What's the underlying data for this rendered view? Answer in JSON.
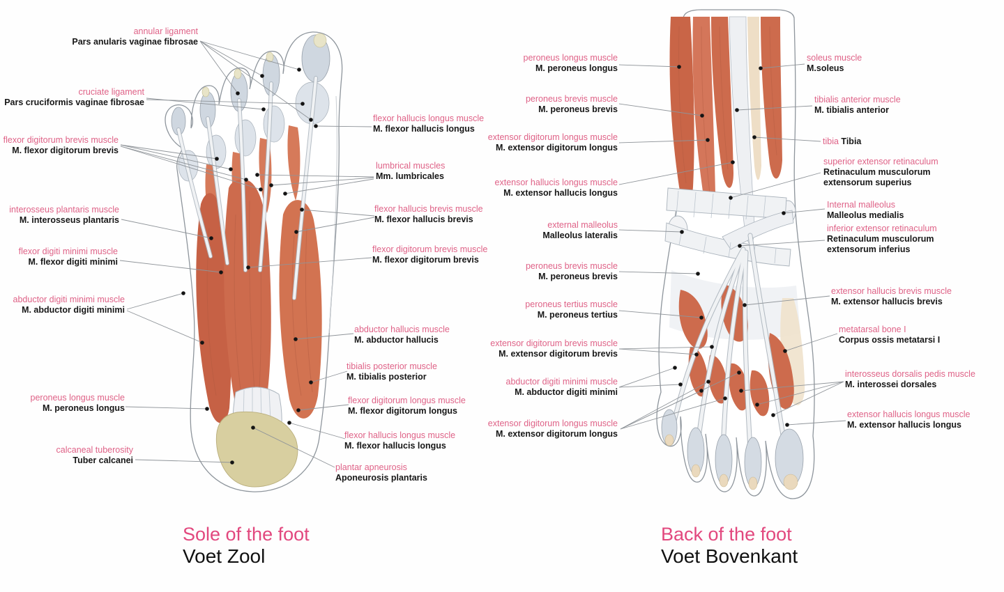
{
  "sole": {
    "title_en": "Sole of the foot",
    "title_nl": "Voet Zool",
    "labels_left": [
      {
        "en": "annular ligament",
        "la": "Pars anularis vaginae fibrosae"
      },
      {
        "en": "cruciate ligament",
        "la": "Pars cruciformis vaginae fibrosae"
      },
      {
        "en": "flexor digitorum brevis muscle",
        "la": "M. flexor digitorum brevis"
      },
      {
        "en": "interosseus plantaris muscle",
        "la": "M. interosseus plantaris"
      },
      {
        "en": "flexor digiti minimi muscle",
        "la": "M. flexor digiti minimi"
      },
      {
        "en": "abductor digiti minimi muscle",
        "la": "M. abductor digiti minimi"
      },
      {
        "en": "peroneus longus muscle",
        "la": "M. peroneus longus"
      },
      {
        "en": "calcaneal tuberosity",
        "la": "Tuber calcanei"
      }
    ],
    "labels_right": [
      {
        "en": "flexor hallucis longus muscle",
        "la": "M. flexor hallucis longus"
      },
      {
        "en": "lumbrical muscles",
        "la": "Mm. lumbricales"
      },
      {
        "en": "flexor hallucis brevis muscle",
        "la": "M. flexor hallucis brevis"
      },
      {
        "en": "flexor digitorum brevis muscle",
        "la": "M. flexor digitorum brevis"
      },
      {
        "en": "abductor hallucis muscle",
        "la": "M. abductor hallucis"
      },
      {
        "en": "tibialis posterior muscle",
        "la": "M. tibialis posterior"
      },
      {
        "en": "flexor digitorum longus muscle",
        "la": "M. flexor digitorum longus"
      },
      {
        "en": "flexor hallucis longus muscle",
        "la": "M. flexor hallucis longus"
      },
      {
        "en": "plantar apneurosis",
        "la": "Aponeurosis plantaris"
      }
    ]
  },
  "back": {
    "title_en": "Back of the foot",
    "title_nl": "Voet Bovenkant",
    "labels_left": [
      {
        "en": "peroneus longus muscle",
        "la": "M. peroneus longus"
      },
      {
        "en": "peroneus brevis muscle",
        "la": "M. peroneus brevis"
      },
      {
        "en": "extensor digitorum longus muscle",
        "la": "M. extensor digitorum longus"
      },
      {
        "en": "extensor hallucis longus muscle",
        "la": "M. extensor hallucis longus"
      },
      {
        "en": "external malleolus",
        "la": "Malleolus lateralis"
      },
      {
        "en": "peroneus brevis muscle",
        "la": "M. peroneus brevis"
      },
      {
        "en": "peroneus tertius muscle",
        "la": "M. peroneus tertius"
      },
      {
        "en": "extensor digitorum brevis muscle",
        "la": "M. extensor digitorum brevis"
      },
      {
        "en": "abductor digiti minimi muscle",
        "la": "M. abductor digiti minimi"
      },
      {
        "en": "extensor digitorum longus muscle",
        "la": "M. extensor digitorum longus"
      }
    ],
    "labels_right": [
      {
        "en": "soleus muscle",
        "la": "M.soleus"
      },
      {
        "en": "tibialis anterior muscle",
        "la": "M. tibialis anterior"
      },
      {
        "en": "tibia",
        "la": "Tibia"
      },
      {
        "en": "superior extensor retinaculum",
        "la": "Retinaculum musculorum extensorum superius"
      },
      {
        "en": "Internal malleolus",
        "la": "Malleolus medialis"
      },
      {
        "en": "inferior extensor retinaculum",
        "la": "Retinaculum musculorum extensorum inferius"
      },
      {
        "en": "extensor hallucis brevis muscle",
        "la": "M. extensor hallucis brevis"
      },
      {
        "en": "metatarsal bone I",
        "la": "Corpus ossis metatarsi I"
      },
      {
        "en": "interosseus dorsalis pedis muscle",
        "la": "M. interossei dorsales"
      },
      {
        "en": "extensor hallucis longus muscle",
        "la": "M. extensor hallucis longus"
      }
    ]
  },
  "colors": {
    "label_pink": "#df6287",
    "title_pink": "#e2487e",
    "text_black": "#171717",
    "muscle_salmon": "#cd6b4d",
    "tendon_white": "#f0f2f4",
    "heel_tan": "#d8cfa0",
    "skin_beige": "#eedec6"
  }
}
